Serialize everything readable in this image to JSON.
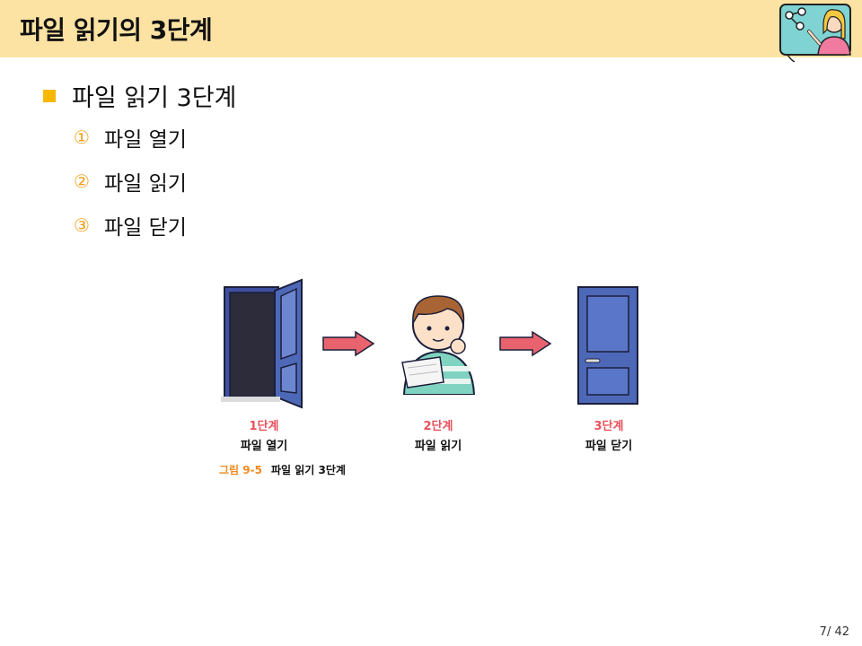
{
  "header": {
    "title": "파일 읽기의 3단계"
  },
  "main": {
    "bullet": "파일 읽기 3단계",
    "steps": [
      {
        "num": "①",
        "label": "파일 열기"
      },
      {
        "num": "②",
        "label": "파일 읽기"
      },
      {
        "num": "③",
        "label": "파일 닫기"
      }
    ]
  },
  "figure": {
    "stages": [
      {
        "title": "1단계",
        "desc": "파일 열기"
      },
      {
        "title": "2단계",
        "desc": "파일 읽기"
      },
      {
        "title": "3단계",
        "desc": "파일  닫기"
      }
    ],
    "caption_label": "그림 9-5",
    "caption_text": "파일 읽기 3단계"
  },
  "footer": {
    "page": "7/ 42"
  }
}
